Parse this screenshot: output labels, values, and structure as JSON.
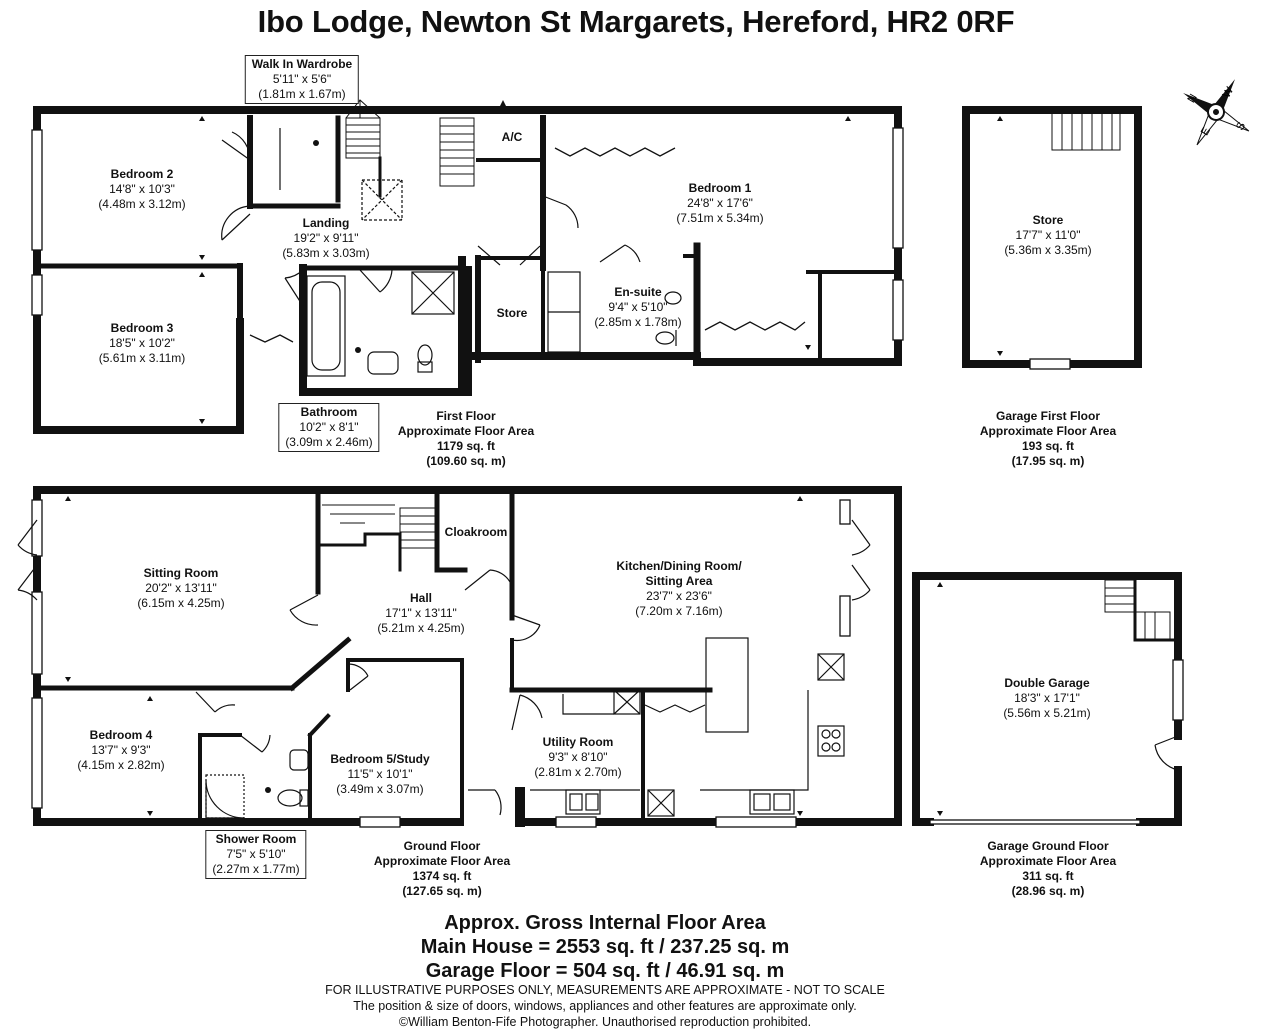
{
  "title": "Ibo Lodge, Newton St Margarets, Hereford, HR2 0RF",
  "compass": {
    "icon": "compass-rose-icon",
    "letters": [
      "N",
      "E",
      "S",
      "W"
    ]
  },
  "rooms": {
    "walk_in_wardrobe": {
      "name": "Walk In Wardrobe",
      "imperial": "5'11\" x 5'6\"",
      "metric": "(1.81m x 1.67m)"
    },
    "bedroom2": {
      "name": "Bedroom 2",
      "imperial": "14'8\" x 10'3\"",
      "metric": "(4.48m x 3.12m)"
    },
    "landing": {
      "name": "Landing",
      "imperial": "19'2\" x 9'11\"",
      "metric": "(5.83m x 3.03m)"
    },
    "ac": {
      "name": "A/C"
    },
    "bedroom1": {
      "name": "Bedroom 1",
      "imperial": "24'8\" x 17'6\"",
      "metric": "(7.51m x 5.34m)"
    },
    "bedroom3": {
      "name": "Bedroom 3",
      "imperial": "18'5\" x 10'2\"",
      "metric": "(5.61m x 3.11m)"
    },
    "store_first": {
      "name": "Store"
    },
    "ensuite": {
      "name": "En-suite",
      "imperial": "9'4\" x 5'10\"",
      "metric": "(2.85m x 1.78m)"
    },
    "bathroom": {
      "name": "Bathroom",
      "imperial": "10'2\" x 8'1\"",
      "metric": "(3.09m x 2.46m)"
    },
    "garage_store": {
      "name": "Store",
      "imperial": "17'7\" x 11'0\"",
      "metric": "(5.36m x 3.35m)"
    },
    "sitting_room": {
      "name": "Sitting Room",
      "imperial": "20'2\" x 13'11\"",
      "metric": "(6.15m x 4.25m)"
    },
    "cloakroom": {
      "name": "Cloakroom"
    },
    "hall": {
      "name": "Hall",
      "imperial": "17'1\" x 13'11\"",
      "metric": "(5.21m x 4.25m)"
    },
    "kitchen": {
      "name_line1": "Kitchen/Dining Room/",
      "name_line2": "Sitting Area",
      "imperial": "23'7\" x 23'6\"",
      "metric": "(7.20m x 7.16m)"
    },
    "double_garage": {
      "name": "Double Garage",
      "imperial": "18'3\" x 17'1\"",
      "metric": "(5.56m x 5.21m)"
    },
    "bedroom4": {
      "name": "Bedroom 4",
      "imperial": "13'7\" x 9'3\"",
      "metric": "(4.15m x 2.82m)"
    },
    "bedroom5": {
      "name": "Bedroom 5/Study",
      "imperial": "11'5\" x 10'1\"",
      "metric": "(3.49m x 3.07m)"
    },
    "utility": {
      "name": "Utility Room",
      "imperial": "9'3\" x 8'10\"",
      "metric": "(2.81m x 2.70m)"
    },
    "shower": {
      "name": "Shower Room",
      "imperial": "7'5\" x 5'10\"",
      "metric": "(2.27m x 1.77m)"
    }
  },
  "floor_areas": {
    "first": {
      "line1": "First Floor",
      "line2": "Approximate Floor Area",
      "sqft": "1179 sq. ft",
      "sqm": "(109.60 sq. m)"
    },
    "garage_first": {
      "line1": "Garage First Floor",
      "line2": "Approximate Floor Area",
      "sqft": "193 sq. ft",
      "sqm": "(17.95 sq. m)"
    },
    "ground": {
      "line1": "Ground Floor",
      "line2": "Approximate Floor Area",
      "sqft": "1374 sq. ft",
      "sqm": "(127.65 sq. m)"
    },
    "garage_ground": {
      "line1": "Garage Ground Floor",
      "line2": "Approximate Floor Area",
      "sqft": "311 sq. ft",
      "sqm": "(28.96 sq. m)"
    }
  },
  "gross": {
    "heading": "Approx. Gross Internal Floor Area",
    "main_house": "Main House = 2553 sq. ft / 237.25 sq. m",
    "garage_floor": "Garage Floor  = 504 sq. ft / 46.91 sq. m"
  },
  "notes": {
    "line1": "FOR ILLUSTRATIVE PURPOSES ONLY, MEASUREMENTS ARE APPROXIMATE - NOT TO SCALE",
    "line2": "The position & size of doors, windows, appliances and other features are approximate only.",
    "line3": "©William Benton-Fife Photographer. Unauthorised reproduction prohibited."
  }
}
